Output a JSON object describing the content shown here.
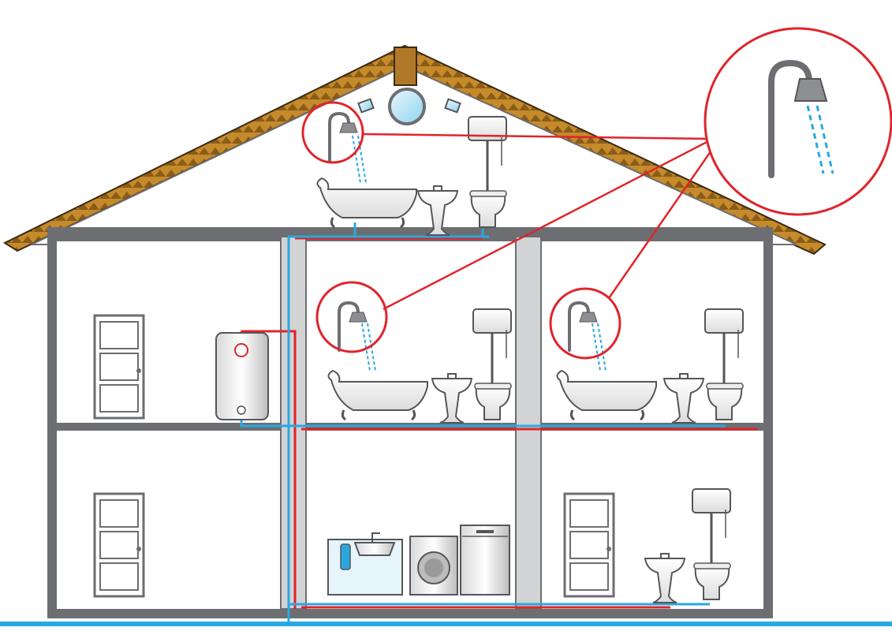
{
  "diagram": {
    "subject": "house-plumbing-cutaway",
    "colors": {
      "wall": "#6d6e71",
      "roof_tile": "#c58a2a",
      "roof_outline": "#3a2a12",
      "chimney": "#b0792a",
      "hot_pipe": "#e0242b",
      "cold_pipe": "#29a8e0",
      "callout": "#e0242b",
      "riser": "#d1d3d4",
      "ground": "#29a8e0"
    },
    "icons": [
      "showerhead-icon",
      "bathtub-icon",
      "sink-icon",
      "toilet-icon",
      "door-icon",
      "water-heater-icon",
      "washing-machine-icon",
      "dishwasher-icon",
      "water-filter-icon",
      "attic-window-icon",
      "skylight-icon"
    ],
    "floors": [
      {
        "name": "attic",
        "fixtures": [
          "shower",
          "bathtub",
          "sink",
          "toilet"
        ]
      },
      {
        "name": "upper-floor",
        "rooms": [
          {
            "name": "hall",
            "fixtures": [
              "door",
              "water-heater"
            ]
          },
          {
            "name": "bathroom-center",
            "fixtures": [
              "shower",
              "bathtub",
              "sink",
              "toilet"
            ]
          },
          {
            "name": "bathroom-right",
            "fixtures": [
              "shower",
              "bathtub",
              "sink",
              "toilet"
            ]
          }
        ]
      },
      {
        "name": "ground-floor",
        "rooms": [
          {
            "name": "hall",
            "fixtures": [
              "door"
            ]
          },
          {
            "name": "kitchen",
            "fixtures": [
              "water-filter",
              "kitchen-sink",
              "washing-machine",
              "dishwasher"
            ]
          },
          {
            "name": "washroom",
            "fixtures": [
              "door",
              "sink",
              "toilet"
            ]
          }
        ]
      }
    ],
    "callout": {
      "subject": "showerhead",
      "sources": 3
    }
  }
}
